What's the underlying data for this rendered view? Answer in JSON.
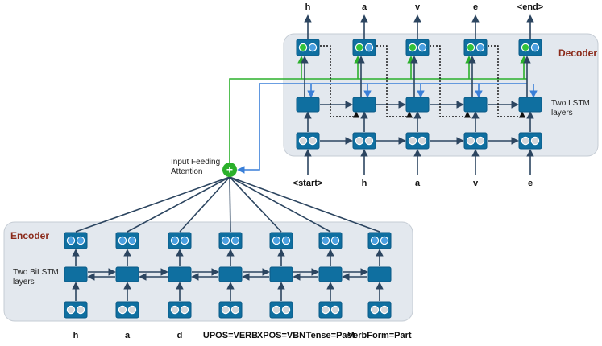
{
  "colors": {
    "panel_fill": "#e3e8ee",
    "panel_stroke": "#c5ccd4",
    "block_fill": "#0f6fa0",
    "block_dark": "#0b5a86",
    "title_color": "#8b2a1a",
    "edge": "#2c4560",
    "green": "#2bb02b",
    "blue": "#3a7fd8",
    "circle_grey": "#d4d7db",
    "circle_blue": "#4a9fe0",
    "circle_green": "#33c23a"
  },
  "encoder": {
    "title": "Encoder",
    "layers_label_1": "Two BiLSTM",
    "layers_label_2": "layers",
    "inputs": [
      "h",
      "a",
      "d",
      "UPOS=VERB",
      "XPOS=VBN",
      "Tense=Past",
      "VerbForm=Part"
    ]
  },
  "decoder": {
    "title": "Decoder",
    "layers_label_1": "Two LSTM",
    "layers_label_2": "layers",
    "inputs": [
      "<start>",
      "h",
      "a",
      "v",
      "e"
    ],
    "outputs": [
      "h",
      "a",
      "v",
      "e",
      "<end>"
    ]
  },
  "attention": {
    "label_1": "Input Feeding",
    "label_2": "Attention",
    "symbol": "+"
  }
}
